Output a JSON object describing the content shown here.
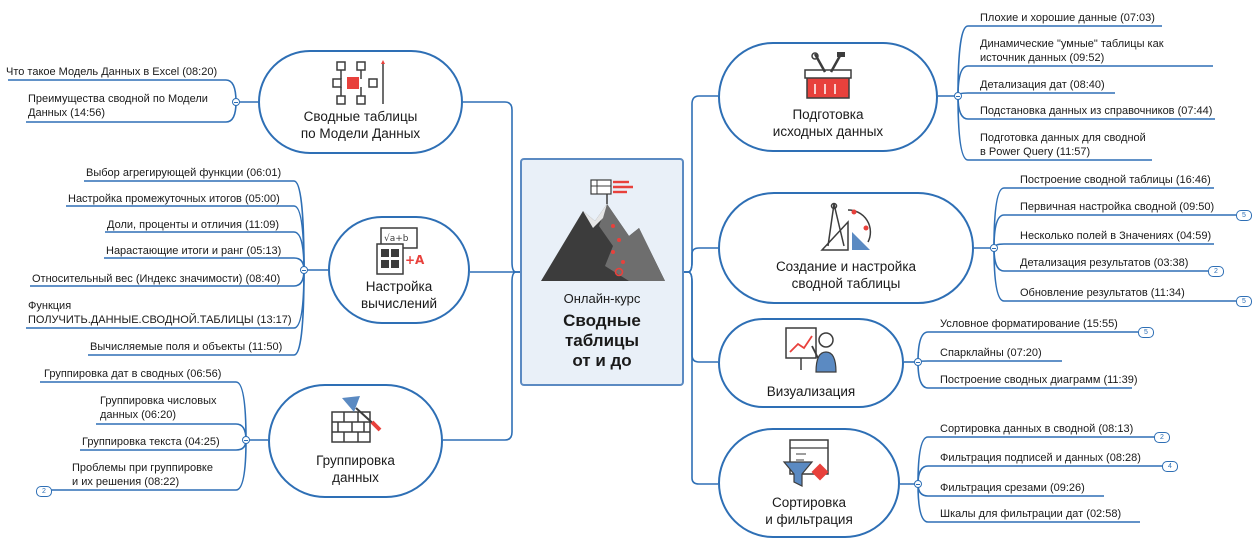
{
  "center": {
    "subtitle": "Онлайн-курс",
    "title": "Сводные\nтаблицы\nот и до"
  },
  "left": [
    {
      "label": "Сводные таблицы\nпо Модели Данных",
      "icon": "flowchart-icon",
      "items": [
        {
          "text": "Что такое Модель Данных в Excel (08:20)"
        },
        {
          "text": "Преимущества сводной по Модели\nДанных (14:56)"
        }
      ]
    },
    {
      "label": "Настройка\nвычислений",
      "icon": "calculator-icon",
      "items": [
        {
          "text": "Выбор агрегирующей функции (06:01)"
        },
        {
          "text": "Настройка промежуточных итогов (05:00)"
        },
        {
          "text": "Доли, проценты и отличия (11:09)"
        },
        {
          "text": "Нарастающие итоги и ранг (05:13)"
        },
        {
          "text": "Относительный вес (Индекс значимости) (08:40)"
        },
        {
          "text": "Функция\nПОЛУЧИТЬ.ДАННЫЕ.СВОДНОЙ.ТАБЛИЦЫ (13:17)"
        },
        {
          "text": "Вычисляемые поля и объекты (11:50)"
        }
      ]
    },
    {
      "label": "Группировка\nданных",
      "icon": "brick-trowel-icon",
      "items": [
        {
          "text": "Группировка дат в сводных (06:56)"
        },
        {
          "text": "Группировка числовых\nданных (06:20)"
        },
        {
          "text": "Группировка текста (04:25)"
        },
        {
          "text": "Проблемы при группировке\nи их решения (08:22)",
          "badge": "2"
        }
      ]
    }
  ],
  "right": [
    {
      "label": "Подготовка\nисходных данных",
      "icon": "toolbox-icon",
      "items": [
        {
          "text": "Плохие и хорошие данные (07:03)"
        },
        {
          "text": "Динамические \"умные\" таблицы как\nисточник данных (09:52)"
        },
        {
          "text": "Детализация дат (08:40)"
        },
        {
          "text": "Подстановка данных из справочников (07:44)"
        },
        {
          "text": "Подготовка данных для сводной\nв Power Query (11:57)"
        }
      ]
    },
    {
      "label": "Создание и настройка\nсводной таблицы",
      "icon": "drafting-tools-icon",
      "items": [
        {
          "text": "Построение сводной таблицы (16:46)"
        },
        {
          "text": "Первичная настройка сводной (09:50)",
          "badge": "5"
        },
        {
          "text": "Несколько полей в Значениях (04:59)"
        },
        {
          "text": "Детализация результатов (03:38)",
          "badge": "2"
        },
        {
          "text": "Обновление результатов (11:34)",
          "badge": "5"
        }
      ]
    },
    {
      "label": "Визуализация",
      "icon": "presenter-icon",
      "items": [
        {
          "text": "Условное форматирование (15:55)",
          "badge": "5"
        },
        {
          "text": "Спарклайны (07:20)"
        },
        {
          "text": "Построение сводных диаграмм (11:39)"
        }
      ]
    },
    {
      "label": "Сортировка\nи фильтрация",
      "icon": "filter-funnel-icon",
      "items": [
        {
          "text": "Сортировка данных в сводной (08:13)",
          "badge": "2"
        },
        {
          "text": "Фильтрация подписей и данных (08:28)",
          "badge": "4"
        },
        {
          "text": "Фильтрация срезами (09:26)"
        },
        {
          "text": "Шкалы для фильтрации дат (02:58)"
        }
      ]
    }
  ],
  "colors": {
    "line": "#2e6fb5",
    "accent": "#e8413c",
    "dark": "#3c3c3c"
  }
}
